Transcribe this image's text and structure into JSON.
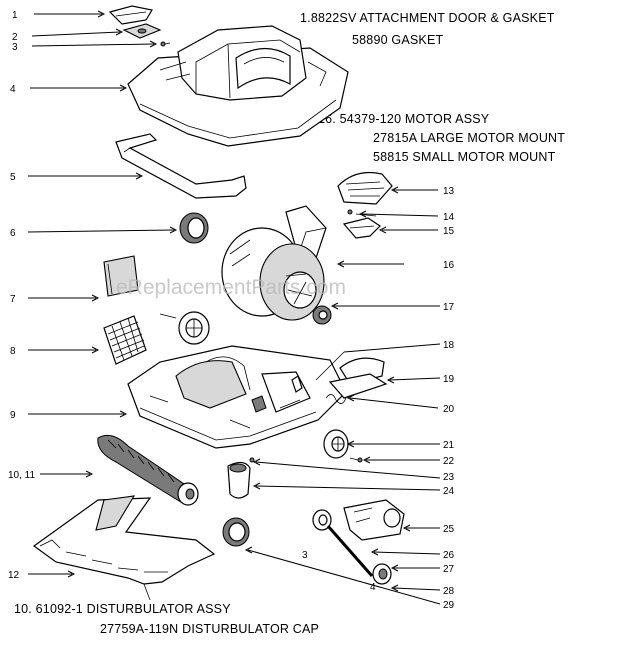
{
  "notes": {
    "top_line1": "1.8822SV ATTACHMENT DOOR & GASKET",
    "top_line2": "58890 GASKET",
    "mid_line1": "16. 54379-120 MOTOR ASSY",
    "mid_line2": "27815A LARGE MOTOR MOUNT",
    "mid_line3": "58815 SMALL MOTOR MOUNT",
    "bottom_line1": "10. 61092-1 DISTURBULATOR ASSY",
    "bottom_line2": "27759A-119N DISTURBULATOR CAP"
  },
  "watermark": "eReplacementParts.com",
  "callouts": {
    "c1": "1",
    "c2": "2",
    "c3": "3",
    "c4": "4",
    "c5": "5",
    "c6": "6",
    "c7": "7",
    "c8": "8",
    "c9": "9",
    "c10": "10, 11",
    "c12": "12",
    "c13": "13",
    "c14": "14",
    "c15": "15",
    "c16": "16",
    "c17": "17",
    "c18": "18",
    "c19": "19",
    "c20": "20",
    "c21": "21",
    "c22": "22",
    "c23": "23",
    "c24": "24",
    "c25": "25",
    "c26": "26",
    "c27": "27",
    "c28": "28",
    "c29": "29"
  },
  "stray_marks": {
    "m1": "3",
    "m2": "4"
  }
}
